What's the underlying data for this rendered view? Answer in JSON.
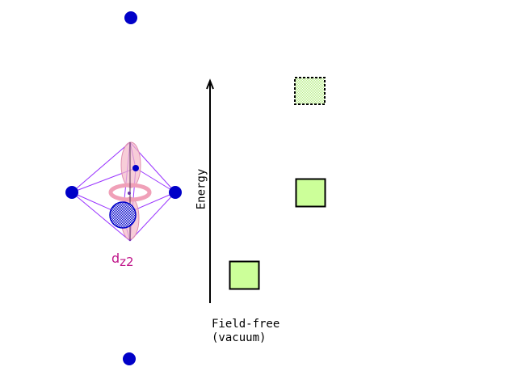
{
  "orbital": {
    "label_main": "d",
    "label_sub": "z",
    "label_exp": "2"
  },
  "axis": {
    "label": "Energy"
  },
  "caption": {
    "line1": "Field-free",
    "line2": "(vacuum)"
  },
  "colors": {
    "ligand": "#0000c8",
    "orbital_label": "#c0168a",
    "level_fill": "#ccff99",
    "edges": "#9933ff"
  }
}
